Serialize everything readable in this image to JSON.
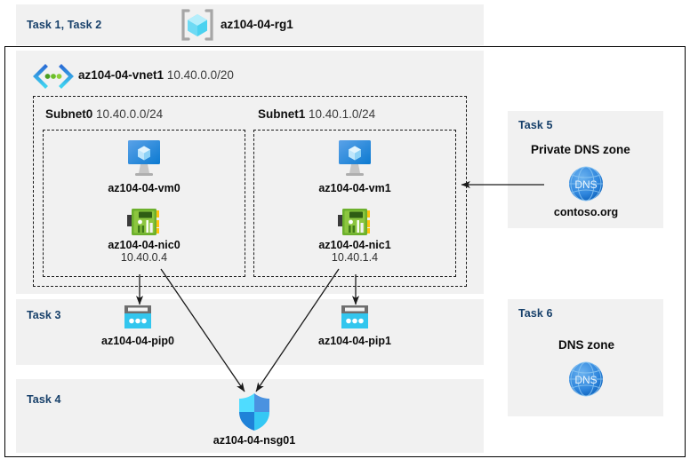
{
  "diagram": {
    "resource_group": {
      "task_label": "Task 1, Task 2",
      "name": "az104-04-rg1",
      "icon": "resource-group-icon"
    },
    "vnet": {
      "name": "az104-04-vnet1",
      "cidr": "10.40.0.0/20",
      "icon": "virtual-network-icon"
    },
    "subnets": [
      {
        "name": "Subnet0",
        "cidr": "10.40.0.0/24",
        "vm": {
          "name": "az104-04-vm0",
          "icon": "virtual-machine-icon"
        },
        "nic": {
          "name": "az104-04-nic0",
          "ip": "10.40.0.4",
          "icon": "network-interface-icon"
        }
      },
      {
        "name": "Subnet1",
        "cidr": "10.40.1.0/24",
        "vm": {
          "name": "az104-04-vm1",
          "icon": "virtual-machine-icon"
        },
        "nic": {
          "name": "az104-04-nic1",
          "ip": "10.40.1.4",
          "icon": "network-interface-icon"
        }
      }
    ],
    "public_ips": {
      "task_label": "Task 3",
      "items": [
        {
          "name": "az104-04-pip0",
          "icon": "public-ip-address-icon"
        },
        {
          "name": "az104-04-pip1",
          "icon": "public-ip-address-icon"
        }
      ]
    },
    "nsg": {
      "task_label": "Task 4",
      "name": "az104-04-nsg01",
      "icon": "network-security-group-shield-icon"
    },
    "private_dns": {
      "task_label": "Task 5",
      "title": "Private DNS zone",
      "name": "contoso.org",
      "icon": "dns-zone-globe-icon",
      "icon_text": "DNS"
    },
    "public_dns": {
      "task_label": "Task 6",
      "title": "DNS zone",
      "icon": "dns-zone-globe-icon",
      "icon_text": "DNS"
    },
    "colors": {
      "panel_bg": "#f1f1f1",
      "task_text": "#17406a",
      "azure_blue": "#0078d4",
      "cyan": "#32c8f0",
      "nic_green": "#7ab929"
    }
  }
}
